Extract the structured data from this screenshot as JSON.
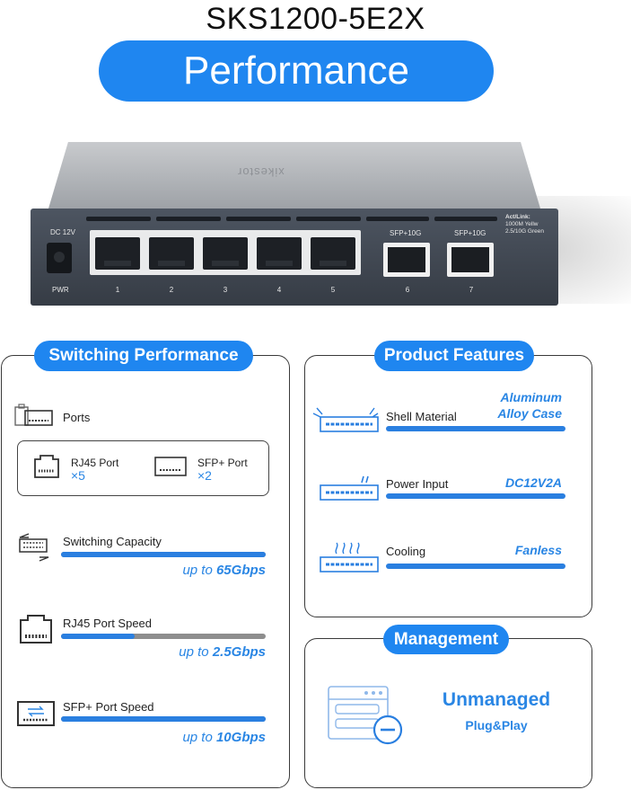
{
  "header": {
    "model": "SKS1200-5E2X",
    "banner": "Performance"
  },
  "device": {
    "brand": "xikestor",
    "dc_label": "DC 12V",
    "pwr_label": "PWR",
    "rj_ports": [
      "1",
      "2",
      "3",
      "4",
      "5"
    ],
    "sfp_label": "SFP+10G",
    "sfp_ports": [
      "6",
      "7"
    ],
    "actlink": {
      "title": "Act/Link:",
      "line1": "1000M  Yellw",
      "line2": "2.5/10G Green"
    }
  },
  "switching": {
    "title": "Switching Performance",
    "ports_label": "Ports",
    "rj45": {
      "name": "RJ45 Port",
      "count": "×5"
    },
    "sfp": {
      "name": "SFP+ Port",
      "count": "×2"
    },
    "capacity": {
      "label": "Switching Capacity",
      "prefix": "up to ",
      "value": "65Gbps",
      "fill_pct": 100
    },
    "rj45_speed": {
      "label": "RJ45 Port Speed",
      "prefix": "up to ",
      "value": "2.5Gbps",
      "fill_pct": 36
    },
    "sfp_speed": {
      "label": "SFP+ Port Speed",
      "prefix": "up to ",
      "value": "10Gbps",
      "fill_pct": 100
    }
  },
  "features": {
    "title": "Product Features",
    "shell": {
      "label": "Shell Material",
      "value_line1": "Aluminum",
      "value_line2": "Alloy Case"
    },
    "power": {
      "label": "Power Input",
      "value": "DC12V2A"
    },
    "cooling": {
      "label": "Cooling",
      "value": "Fanless"
    }
  },
  "management": {
    "title": "Management",
    "value": "Unmanaged",
    "sub": "Plug&Play"
  },
  "colors": {
    "accent": "#1f86f0",
    "text_accent": "#2a86e4",
    "device_front": "#3e454f"
  },
  "icons": [
    "ports-icon",
    "rj45-icon",
    "sfp-icon",
    "switching-icon",
    "shell-icon",
    "power-icon",
    "cooling-icon",
    "server-minus-icon"
  ]
}
